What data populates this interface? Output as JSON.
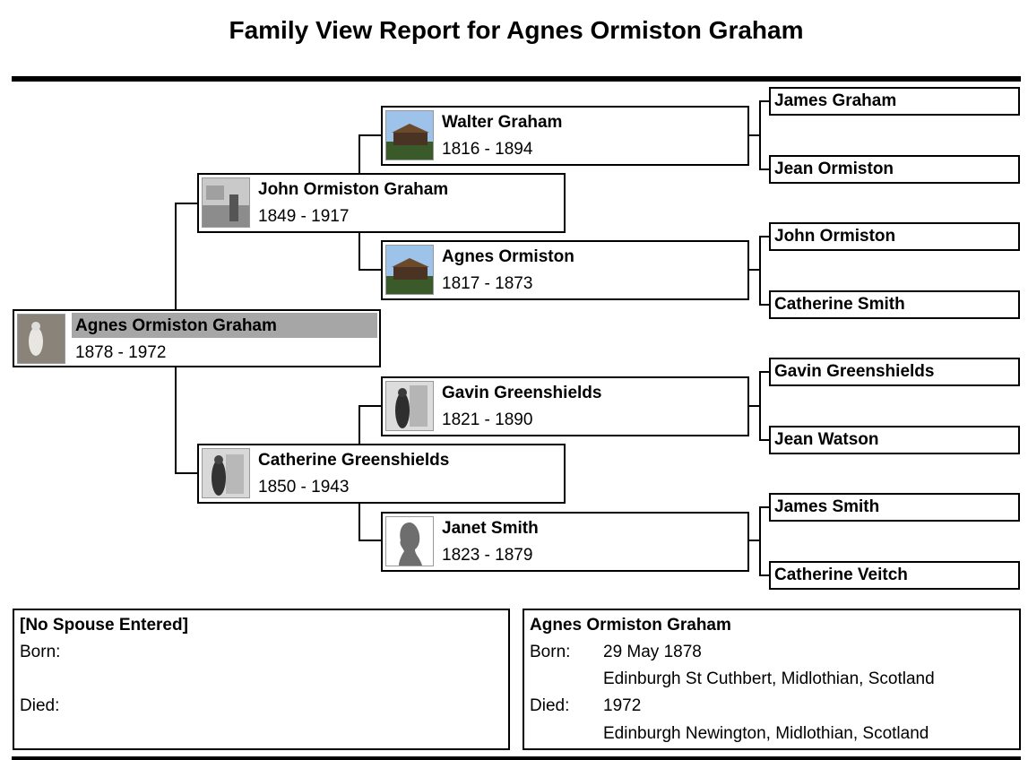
{
  "report_title": "Family View Report for Agnes Ormiston Graham",
  "focus": {
    "name": "Agnes Ormiston Graham",
    "dates": "1878 - 1972",
    "photo": "photo-icon"
  },
  "parents": [
    {
      "name": "John Ormiston Graham",
      "dates": "1849 - 1917",
      "photo": "photo-icon"
    },
    {
      "name": "Catherine Greenshields",
      "dates": "1850 - 1943",
      "photo": "photo-icon"
    }
  ],
  "grandparents": [
    {
      "name": "Walter Graham",
      "dates": "1816 - 1894",
      "photo": "photo-icon"
    },
    {
      "name": "Agnes Ormiston",
      "dates": "1817 - 1873",
      "photo": "photo-icon"
    },
    {
      "name": "Gavin Greenshields",
      "dates": "1821 - 1890",
      "photo": "photo-icon"
    },
    {
      "name": "Janet Smith",
      "dates": "1823 - 1879",
      "photo": "silhouette-icon"
    }
  ],
  "great_grandparents": [
    "James Graham",
    "Jean Ormiston",
    "John Ormiston",
    "Catherine Smith",
    "Gavin Greenshields",
    "Jean Watson",
    "James Smith",
    "Catherine Veitch"
  ],
  "spouse_panel": {
    "name": "[No Spouse Entered]",
    "born_label": "Born:",
    "died_label": "Died:"
  },
  "person_panel": {
    "name": "Agnes Ormiston Graham",
    "born_label": "Born:",
    "born_date": "29 May 1878",
    "born_place": "Edinburgh St Cuthbert, Midlothian, Scotland",
    "died_label": "Died:",
    "died_date": "1972",
    "died_place": "Edinburgh Newington, Midlothian, Scotland"
  }
}
